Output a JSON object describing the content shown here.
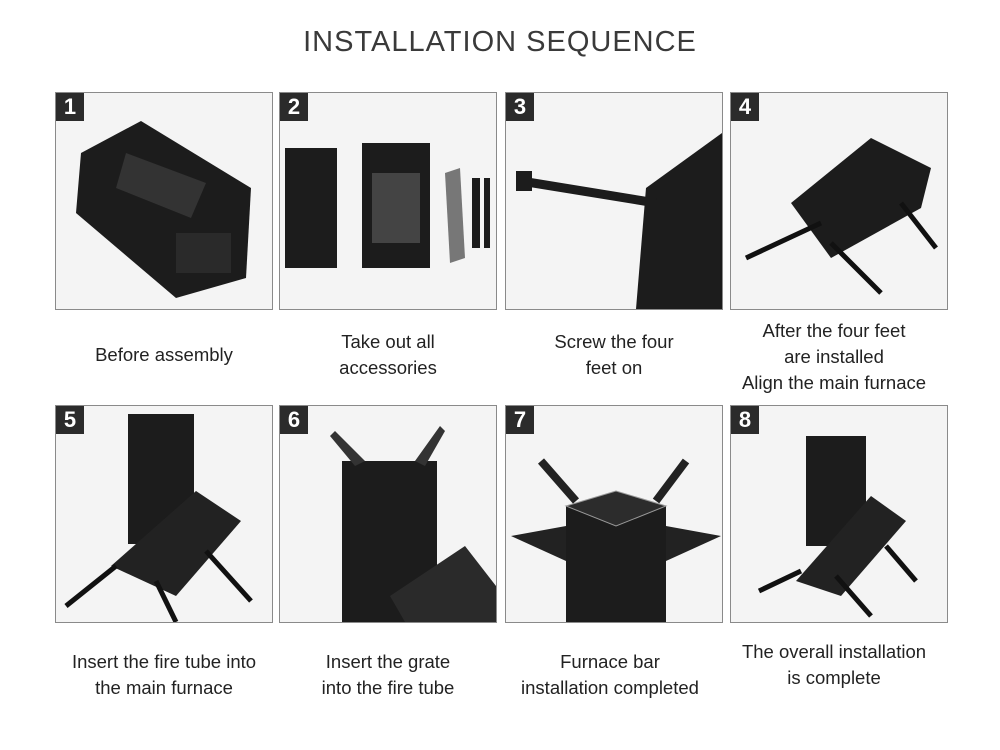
{
  "title": "INSTALLATION SEQUENCE",
  "steps": [
    {
      "number": "1",
      "lines": [
        "Before assembly"
      ]
    },
    {
      "number": "2",
      "lines": [
        "Take out all",
        "accessories"
      ]
    },
    {
      "number": "3",
      "lines": [
        "Screw the four",
        "feet on"
      ]
    },
    {
      "number": "4",
      "lines": [
        "After the four feet",
        "are installed",
        "Align the main furnace"
      ]
    },
    {
      "number": "5",
      "lines": [
        "Insert the fire tube into",
        "the main furnace"
      ]
    },
    {
      "number": "6",
      "lines": [
        "Insert the grate",
        "into the fire tube"
      ]
    },
    {
      "number": "7",
      "lines": [
        "Furnace bar",
        "installation completed"
      ]
    },
    {
      "number": "8",
      "lines": [
        "The overall installation",
        "is complete"
      ]
    }
  ]
}
